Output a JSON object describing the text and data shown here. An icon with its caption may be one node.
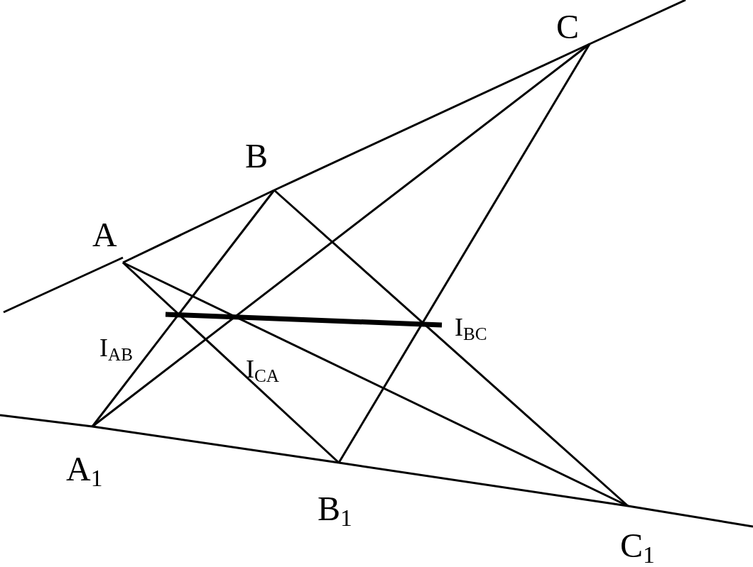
{
  "diagram": {
    "nodes": [
      {
        "text": [
          "A"
        ]
      },
      {
        "text": [
          "B"
        ]
      },
      {
        "text": [
          "C"
        ]
      },
      {
        "text": [
          "A$_{1}$"
        ]
      },
      {
        "text": [
          "B$_{1}$"
        ]
      },
      {
        "text": [
          "C$_{1}$"
        ]
      },
      {
        "text": [
          "I$_{AB}$"
        ]
      },
      {
        "text": [
          "I$_{CA}$"
        ]
      },
      {
        "text": [
          "I$_{BC}$"
        ]
      }
    ],
    "edges": [
      {
        "from": 0,
        "to": 1,
        "arrow": "none"
      },
      {
        "from": 1,
        "to": 2,
        "arrow": "none"
      },
      {
        "from": 3,
        "to": 4,
        "arrow": "none"
      },
      {
        "from": 4,
        "to": 5,
        "arrow": "none"
      },
      {
        "from": 0,
        "to": 4,
        "arrow": "none"
      },
      {
        "from": 0,
        "to": 5,
        "arrow": "none"
      },
      {
        "from": 1,
        "to": 3,
        "arrow": "none"
      },
      {
        "from": 1,
        "to": 5,
        "arrow": "none"
      },
      {
        "from": 2,
        "to": 3,
        "arrow": "none"
      },
      {
        "from": 2,
        "to": 4,
        "arrow": "none"
      },
      {
        "from": 6,
        "to": 8,
        "arrow": "none",
        "style": "thick"
      }
    ]
  }
}
